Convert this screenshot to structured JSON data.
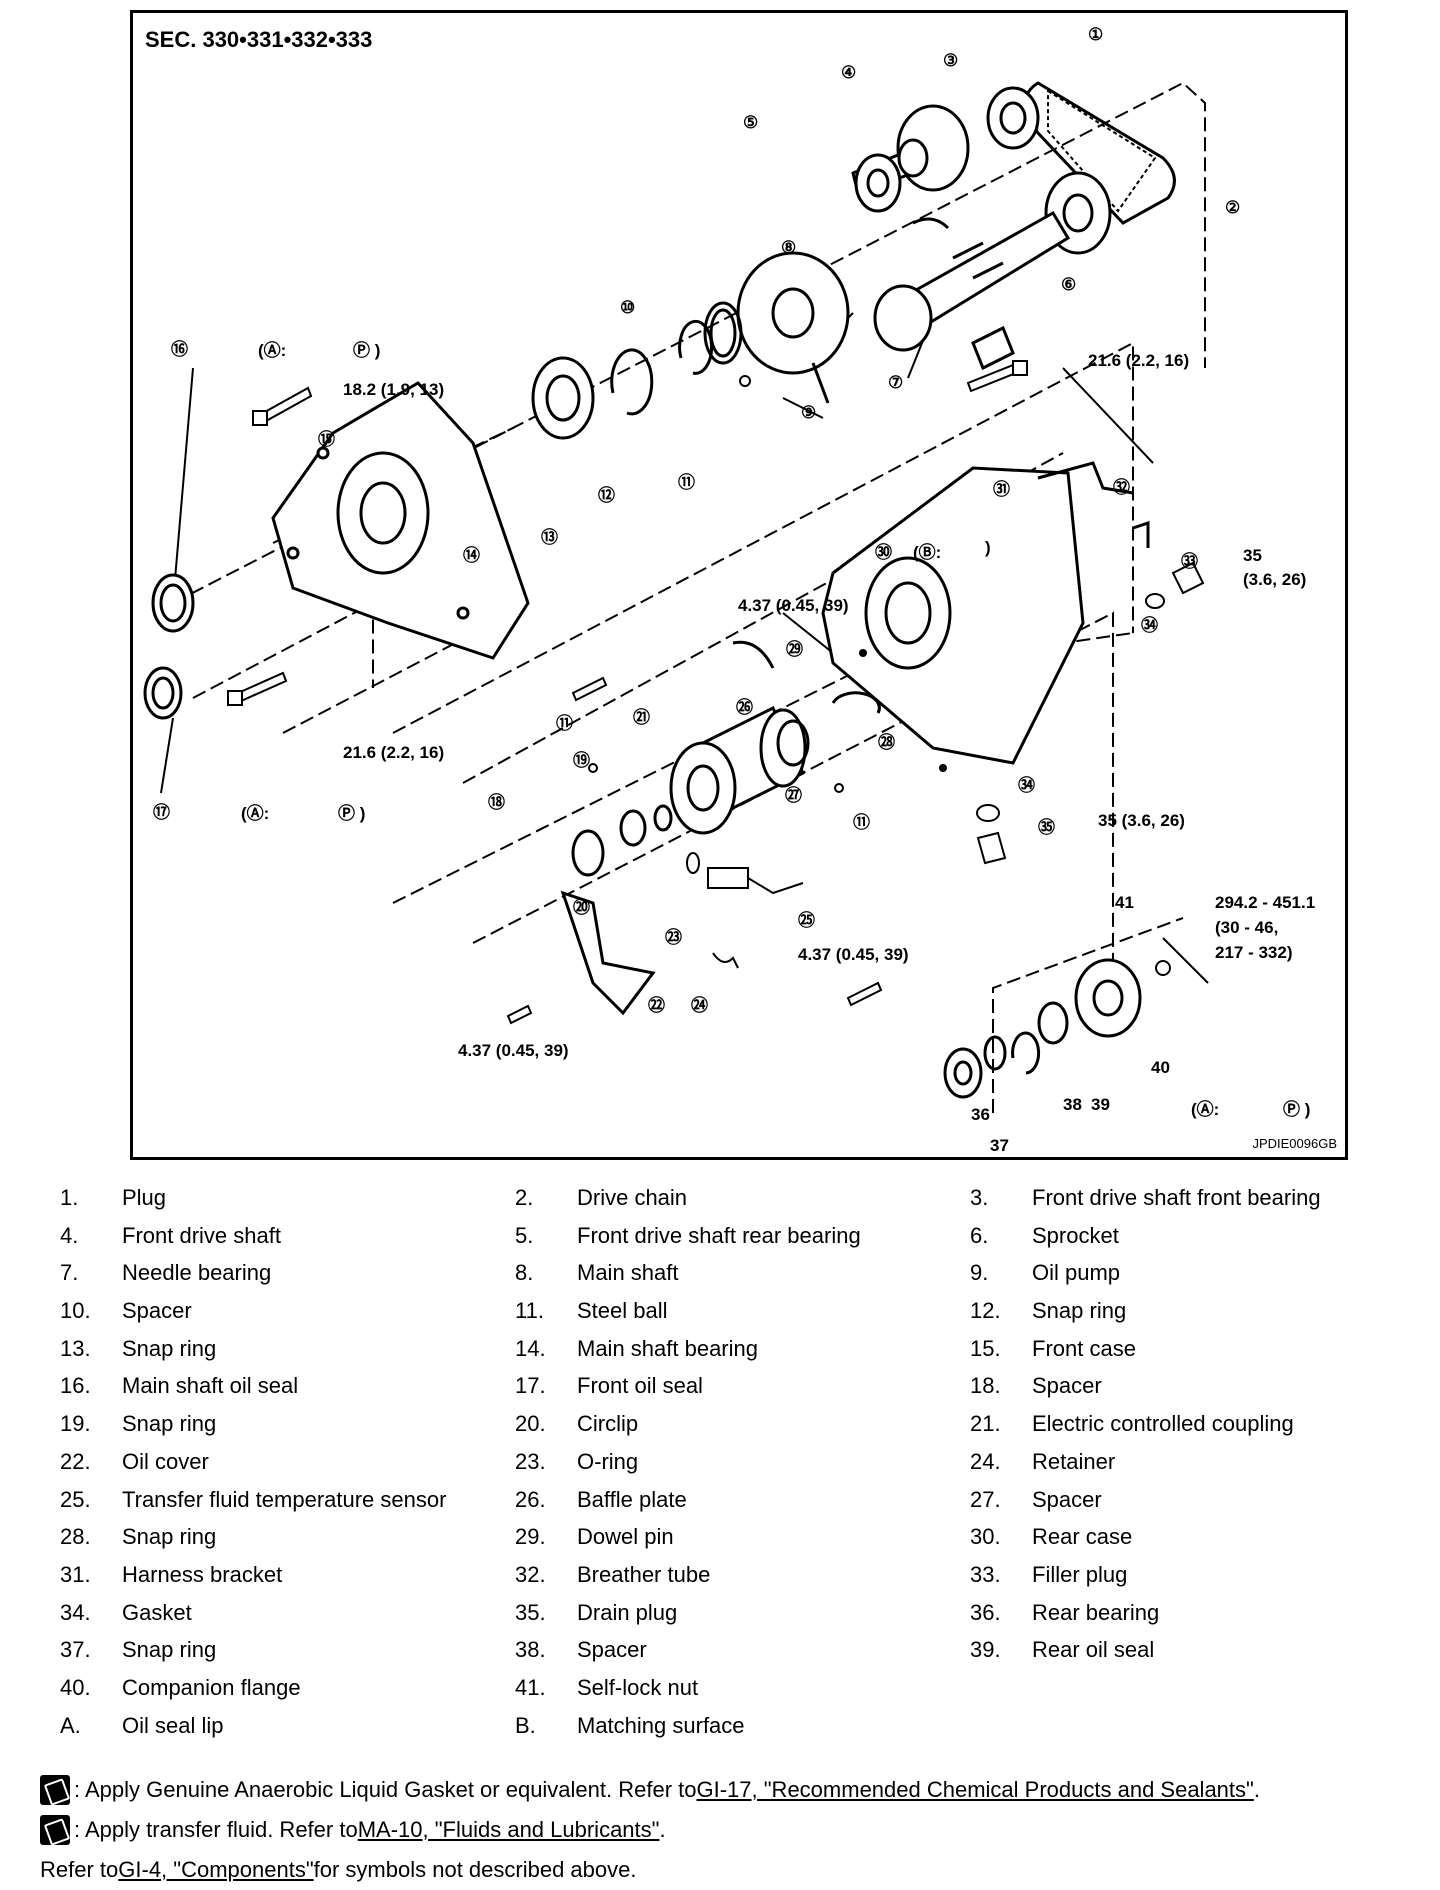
{
  "diagram": {
    "section": "SEC. 330•331•332•333",
    "figure_code": "JPDIE0096GB",
    "callouts": [
      {
        "id": "c1",
        "text": "①"
      },
      {
        "id": "c2",
        "text": "②"
      },
      {
        "id": "c3",
        "text": "③"
      },
      {
        "id": "c4",
        "text": "④"
      },
      {
        "id": "c5",
        "text": "⑤"
      },
      {
        "id": "c6",
        "text": "⑥"
      },
      {
        "id": "c7",
        "text": "⑦"
      },
      {
        "id": "c8",
        "text": "⑧"
      },
      {
        "id": "c9",
        "text": "⑨"
      },
      {
        "id": "c10",
        "text": "⑩"
      },
      {
        "id": "c11a",
        "text": "⑪"
      },
      {
        "id": "c11b",
        "text": "⑪"
      },
      {
        "id": "c11c",
        "text": "⑪"
      },
      {
        "id": "c12",
        "text": "⑫"
      },
      {
        "id": "c13",
        "text": "⑬"
      },
      {
        "id": "c14",
        "text": "⑭"
      },
      {
        "id": "c15",
        "text": "⑮"
      },
      {
        "id": "c16",
        "text": "⑯"
      },
      {
        "id": "c17",
        "text": "⑰"
      },
      {
        "id": "c18",
        "text": "⑱"
      },
      {
        "id": "c19",
        "text": "⑲"
      },
      {
        "id": "c20",
        "text": "⑳"
      },
      {
        "id": "c21",
        "text": "㉑"
      },
      {
        "id": "c22",
        "text": "㉒"
      },
      {
        "id": "c23",
        "text": "㉓"
      },
      {
        "id": "c24",
        "text": "㉔"
      },
      {
        "id": "c25",
        "text": "㉕"
      },
      {
        "id": "c26",
        "text": "㉖"
      },
      {
        "id": "c27",
        "text": "㉗"
      },
      {
        "id": "c28",
        "text": "㉘"
      },
      {
        "id": "c29",
        "text": "㉙"
      },
      {
        "id": "c30",
        "text": "㉚"
      },
      {
        "id": "c31",
        "text": "㉛"
      },
      {
        "id": "c32",
        "text": "㉜"
      },
      {
        "id": "c33",
        "text": "㉝"
      },
      {
        "id": "c34a",
        "text": "㉞"
      },
      {
        "id": "c34b",
        "text": "㉞"
      },
      {
        "id": "c35",
        "text": "㉟"
      },
      {
        "id": "c36",
        "text": "36"
      },
      {
        "id": "c37",
        "text": "37"
      },
      {
        "id": "c38",
        "text": "38"
      },
      {
        "id": "c39",
        "text": "39"
      },
      {
        "id": "c40",
        "text": "40"
      },
      {
        "id": "c41",
        "text": "41"
      }
    ],
    "torques": {
      "t1": "18.2 (1.9, 13)",
      "t2": "21.6 (2.2, 16)",
      "t3": "21.6 (2.2, 16)",
      "t4": "4.37 (0.45, 39)",
      "t5": "35",
      "t5b": "(3.6, 26)",
      "t6": "35 (3.6, 26)",
      "t7": "4.37 (0.45, 39)",
      "t8": "4.37 (0.45, 39)",
      "t9": "294.2 - 451.1",
      "t9b": "(30 - 46,",
      "t9c": "217 - 332)"
    },
    "marks": {
      "m16": "(Ⓐ:",
      "m16b": "Ⓟ )",
      "m17": "(Ⓐ:",
      "m17b": "Ⓟ )",
      "m30": "(Ⓑ:",
      "m30b": ")",
      "m39": "(Ⓐ:",
      "m39b": "Ⓟ )"
    }
  },
  "legend": [
    [
      {
        "n": "1.",
        "t": "Plug"
      },
      {
        "n": "2.",
        "t": "Drive chain"
      },
      {
        "n": "3.",
        "t": "Front drive shaft front bearing"
      }
    ],
    [
      {
        "n": "4.",
        "t": "Front drive shaft"
      },
      {
        "n": "5.",
        "t": "Front drive shaft rear bearing"
      },
      {
        "n": "6.",
        "t": "Sprocket"
      }
    ],
    [
      {
        "n": "7.",
        "t": "Needle bearing"
      },
      {
        "n": "8.",
        "t": "Main shaft"
      },
      {
        "n": "9.",
        "t": "Oil pump"
      }
    ],
    [
      {
        "n": "10.",
        "t": "Spacer"
      },
      {
        "n": "11.",
        "t": "Steel ball"
      },
      {
        "n": "12.",
        "t": "Snap ring"
      }
    ],
    [
      {
        "n": "13.",
        "t": "Snap ring"
      },
      {
        "n": "14.",
        "t": "Main shaft bearing"
      },
      {
        "n": "15.",
        "t": "Front case"
      }
    ],
    [
      {
        "n": "16.",
        "t": "Main shaft oil seal"
      },
      {
        "n": "17.",
        "t": "Front oil seal"
      },
      {
        "n": "18.",
        "t": "Spacer"
      }
    ],
    [
      {
        "n": "19.",
        "t": "Snap ring"
      },
      {
        "n": "20.",
        "t": "Circlip"
      },
      {
        "n": "21.",
        "t": "Electric controlled coupling"
      }
    ],
    [
      {
        "n": "22.",
        "t": "Oil cover"
      },
      {
        "n": "23.",
        "t": "O-ring"
      },
      {
        "n": "24.",
        "t": "Retainer"
      }
    ],
    [
      {
        "n": "25.",
        "t": "Transfer fluid temperature sensor"
      },
      {
        "n": "26.",
        "t": "Baffle plate"
      },
      {
        "n": "27.",
        "t": "Spacer"
      }
    ],
    [
      {
        "n": "28.",
        "t": "Snap ring"
      },
      {
        "n": "29.",
        "t": "Dowel pin"
      },
      {
        "n": "30.",
        "t": "Rear case"
      }
    ],
    [
      {
        "n": "31.",
        "t": "Harness bracket"
      },
      {
        "n": "32.",
        "t": "Breather tube"
      },
      {
        "n": "33.",
        "t": "Filler plug"
      }
    ],
    [
      {
        "n": "34.",
        "t": "Gasket"
      },
      {
        "n": "35.",
        "t": "Drain plug"
      },
      {
        "n": "36.",
        "t": "Rear bearing"
      }
    ],
    [
      {
        "n": "37.",
        "t": "Snap ring"
      },
      {
        "n": "38.",
        "t": "Spacer"
      },
      {
        "n": "39.",
        "t": "Rear oil seal"
      }
    ],
    [
      {
        "n": "40.",
        "t": "Companion flange"
      },
      {
        "n": "41.",
        "t": "Self-lock nut"
      },
      {
        "n": "",
        "t": ""
      }
    ],
    [
      {
        "n": "A.",
        "t": "Oil seal lip"
      },
      {
        "n": "B.",
        "t": "Matching surface"
      },
      {
        "n": "",
        "t": ""
      }
    ]
  ],
  "notes": {
    "n1_pre": ": Apply Genuine Anaerobic Liquid Gasket or equivalent. Refer to ",
    "n1_link": "GI-17, \"Recommended Chemical Products and Sealants\"",
    "n1_post": ".",
    "n2_pre": ": Apply transfer fluid. Refer to ",
    "n2_link": "MA-10, \"Fluids and Lubricants\"",
    "n2_post": ".",
    "n3_pre": "Refer to ",
    "n3_link": "GI-4, \"Components\"",
    "n3_post": " for symbols not described above."
  }
}
